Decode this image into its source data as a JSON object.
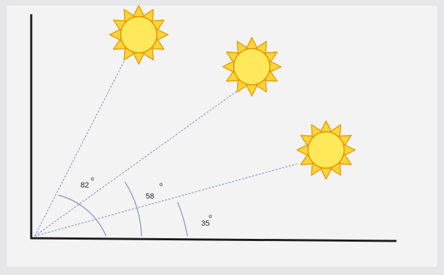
{
  "colors": {
    "background": "#e6e6e8",
    "panel": "#f3f3f4",
    "axis": "#1a1a1a",
    "ray": "#8fa3c9",
    "arc": "#7a90bf",
    "sun_fill": "#ffe95a",
    "sun_stroke": "#e69a00",
    "ray_fill": "#ffd43a"
  },
  "icons": {
    "sun": "sun-icon"
  },
  "angles": [
    {
      "label": "82",
      "degree_symbol": "o",
      "value": 82
    },
    {
      "label": "58",
      "degree_symbol": "o",
      "value": 58
    },
    {
      "label": "35",
      "degree_symbol": "o",
      "value": 35
    }
  ]
}
